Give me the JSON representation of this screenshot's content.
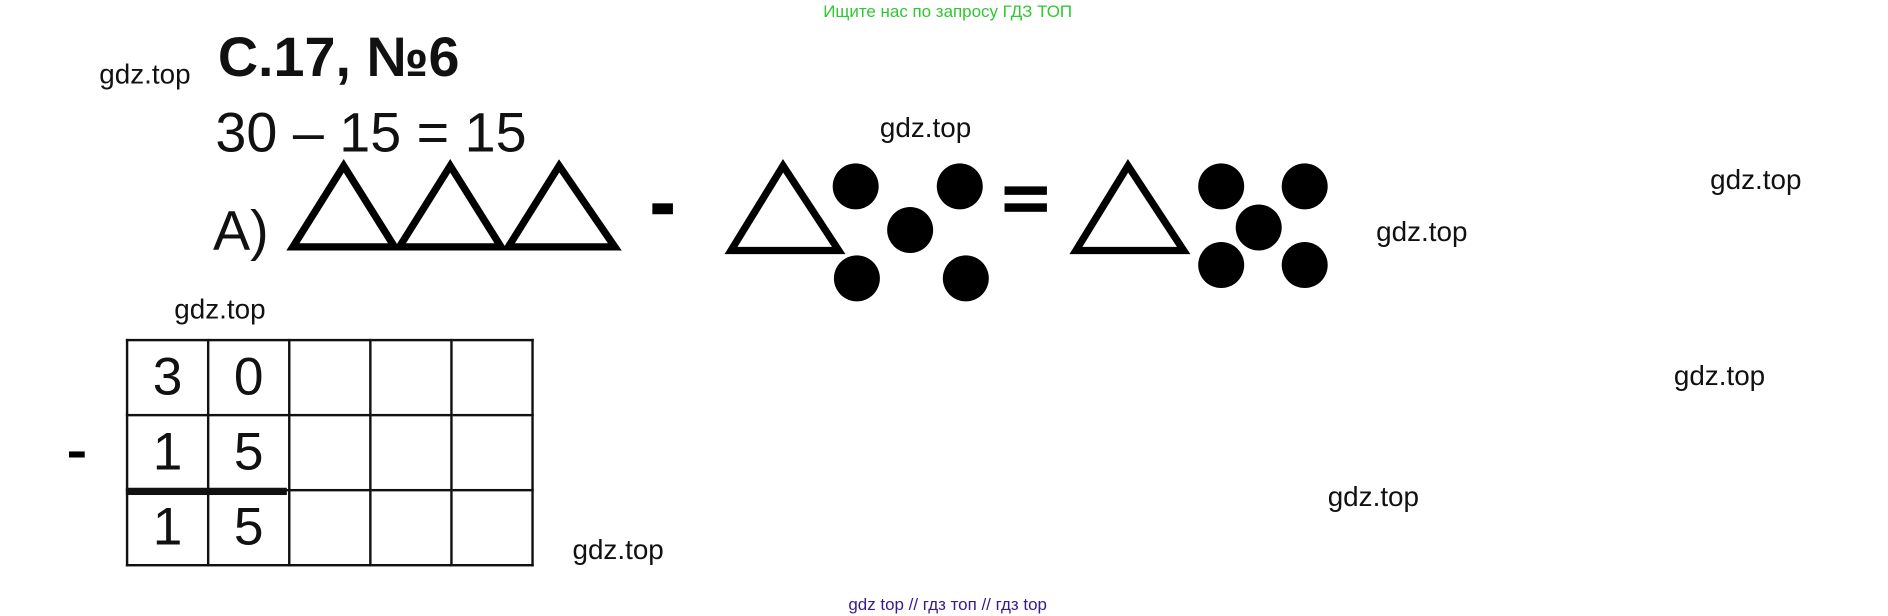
{
  "header_link": "Ищите нас по запросу ГДЗ ТОП",
  "title": "С.17, №6",
  "equation": "30 – 15 = 15",
  "part_label": "А)",
  "operators": {
    "minus": "-",
    "equals": "="
  },
  "watermark": "gdz.top",
  "watermarks": [
    "gdz.top",
    "gdz.top",
    "gdz.top",
    "gdz.top",
    "gdz.top",
    "gdz.top",
    "gdz.top",
    "gdz.top"
  ],
  "column_subtraction": {
    "sign": "-",
    "rows": [
      [
        "3",
        "0",
        "",
        "",
        ""
      ],
      [
        "1",
        "5",
        "",
        "",
        ""
      ],
      [
        "1",
        "5",
        "",
        "",
        ""
      ]
    ]
  },
  "footer": "gdz top  //  гдз топ  //  гдз top"
}
